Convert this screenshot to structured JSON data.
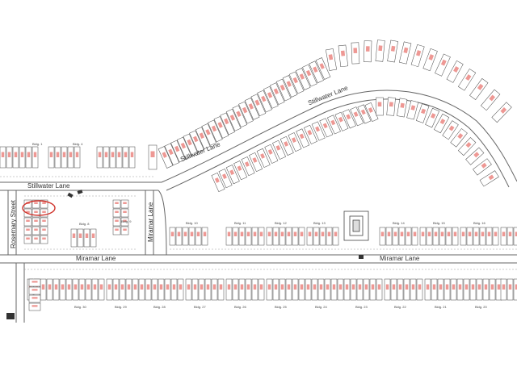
{
  "streets": {
    "stillwater_lane_west": "Stillwater Lane",
    "stillwater_lane_curve_1": "Stillwater Lane",
    "stillwater_lane_curve_2": "Stillwater Lane",
    "miramar_lane_west": "Miramar Lane",
    "miramar_lane_east": "Miramar Lane",
    "miramar_lane_vertical": "Miramar Lane",
    "rosemary_street": "Rosemary Street"
  },
  "buildings": {
    "b1": "Bldg. 1",
    "b4": "Bldg. 4",
    "b8": "Bldg. 8",
    "b9": "Bldg. 9",
    "b10": "Bldg. 10",
    "b11": "Bldg. 11",
    "b12": "Bldg. 12",
    "b13": "Bldg. 13",
    "b14": "Bldg. 14",
    "b15": "Bldg. 15",
    "b16": "Bldg. 16",
    "b30": "Bldg. 30",
    "b29": "Bldg. 29",
    "b28": "Bldg. 28",
    "b27": "Bldg. 27",
    "b26": "Bldg. 26",
    "b25": "Bldg. 25",
    "b24": "Bldg. 24",
    "b23": "Bldg. 23",
    "b22": "Bldg. 22",
    "b21": "Bldg. 21",
    "b20": "Bldg. 20"
  },
  "colors": {
    "unit_number": "#e0443c",
    "outline": "#444444",
    "road": "#666666",
    "highlight_circle": "#d0342c"
  }
}
